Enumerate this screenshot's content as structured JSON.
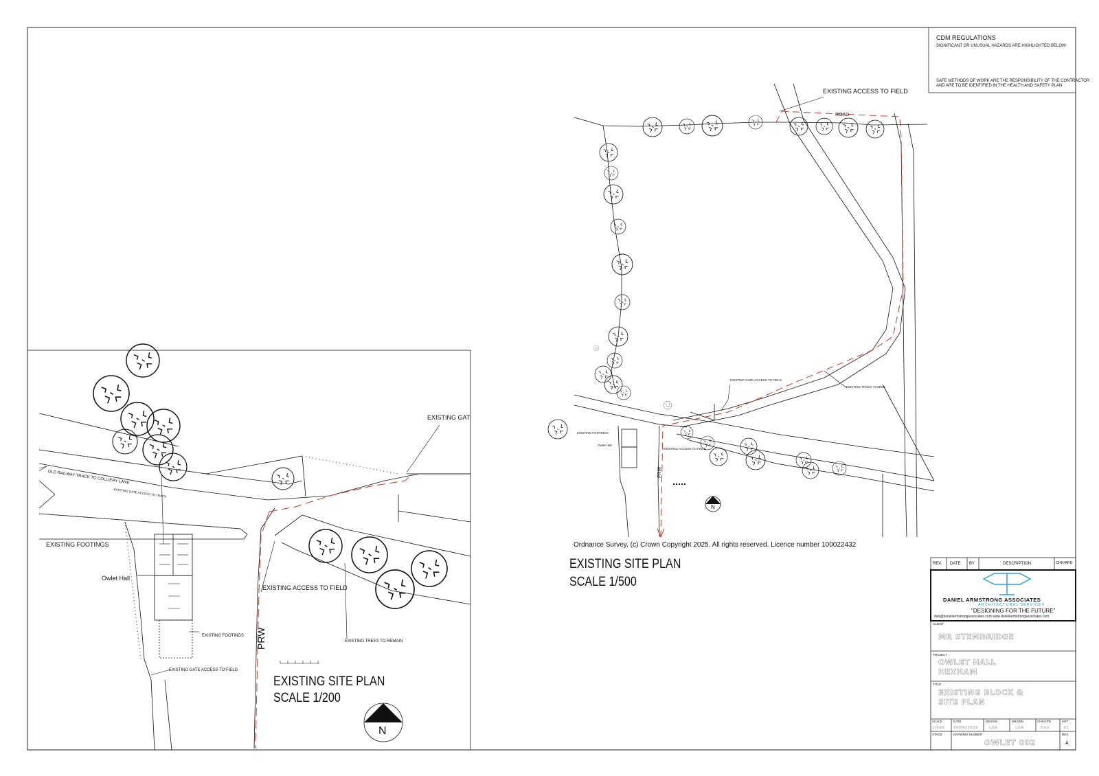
{
  "cdm": {
    "title": "CDM  REGULATIONS",
    "line1": "SIGNIFICANT OR UNUSUAL HAZARDS ARE HIGHLIGHTED BELOW:",
    "line2": "SAFE METHODS OF WORK ARE THE RESPONSIBILITY OF THE CONTRACTOR",
    "line3": "AND ARE TO BE IDENTIFIED IN THE HEALTH AND SAFETY PLAN"
  },
  "plan500": {
    "access_label": "EXISTING ACCESS TO FIELD",
    "road_label": "ROAD",
    "gate_label": "EXISTING GATE ACCESS TO FIELD",
    "track_label": "EXISTING TRACK ACCESS",
    "footings_label": "EXISTING FOOTINGS",
    "hall_label": "Owlet Hall",
    "access_small_label": "EXISTING ACCESS TO FIELD",
    "prw_label": "PRW",
    "north": "N",
    "copyright": "Ordnance Survey, (c) Crown Copyright 2025. All rights reserved. Licence number 100022432",
    "title": "EXISTING SITE PLAN",
    "scale": "SCALE 1/500"
  },
  "plan200": {
    "gate_label": "EXISTING GAT",
    "rail_label": "OLD RAILWAY TRACK TO COLLIERY LANE",
    "gate_small_label": "EXISTING GATE ACCESS TO TRACK",
    "footings_label": "EXISTING FOOTINGS",
    "hall_label": "Owlet Hall",
    "access_label": "EXISTING  ACCESS TO FIELD",
    "footings_small_label": "EXISTING FOOTINGS",
    "trees_label": "EXISTING TREES TO REMAIN",
    "gate_field_label": "EXISTING GATE ACCESS TO FIELD",
    "prw_label": "PRW",
    "title": "EXISTING SITE PLAN",
    "scale": "SCALE 1/200",
    "north": "N"
  },
  "title_block": {
    "rev_header": "REV.",
    "date_header": "DATE",
    "by_header": "BY",
    "desc_header": "DESCRIPTION",
    "chk_header": "CHK/APD",
    "company": "DANIEL ARMSTRONG ASSOCIATES",
    "services": "ARCHITECTURAL SERVICES",
    "slogan": "\"DESIGNING FOR THE FUTURE\"",
    "contact": "dan@danielarmstrongassociates.com  www.danielarmstrongassociates.com",
    "client_label": "CLIENT",
    "client": "MR STEMBRIDGE",
    "project_label": "PROJECT",
    "project_line1": "OWLET HALL",
    "project_line2": "HEXHAM",
    "title_label": "TITLE",
    "title_line1": "EXISTING BLOCK &",
    "title_line2": "SITE PLAN",
    "scale_label": "SCALE",
    "scale_value": "1/500",
    "date_label": "DATE",
    "date_value": "09/06/2025",
    "design_label": "DESIGN",
    "design_value": "LAN",
    "drawn_label": "DRAWN",
    "drawn_value": "LAN",
    "chk_label": "CHK/APD",
    "chk_value": "DAA",
    "sht_label": "SHT.",
    "sht_value": "A1",
    "stage_label": "STAGE",
    "drawing_number_label": "DRAWING NUMBER",
    "drawing_number": "OWLET 002",
    "rev_label": "REV.",
    "rev_value": "A"
  },
  "colors": {
    "ink": "#111111",
    "red": "#c0392b",
    "accent": "#2a9fd6"
  }
}
